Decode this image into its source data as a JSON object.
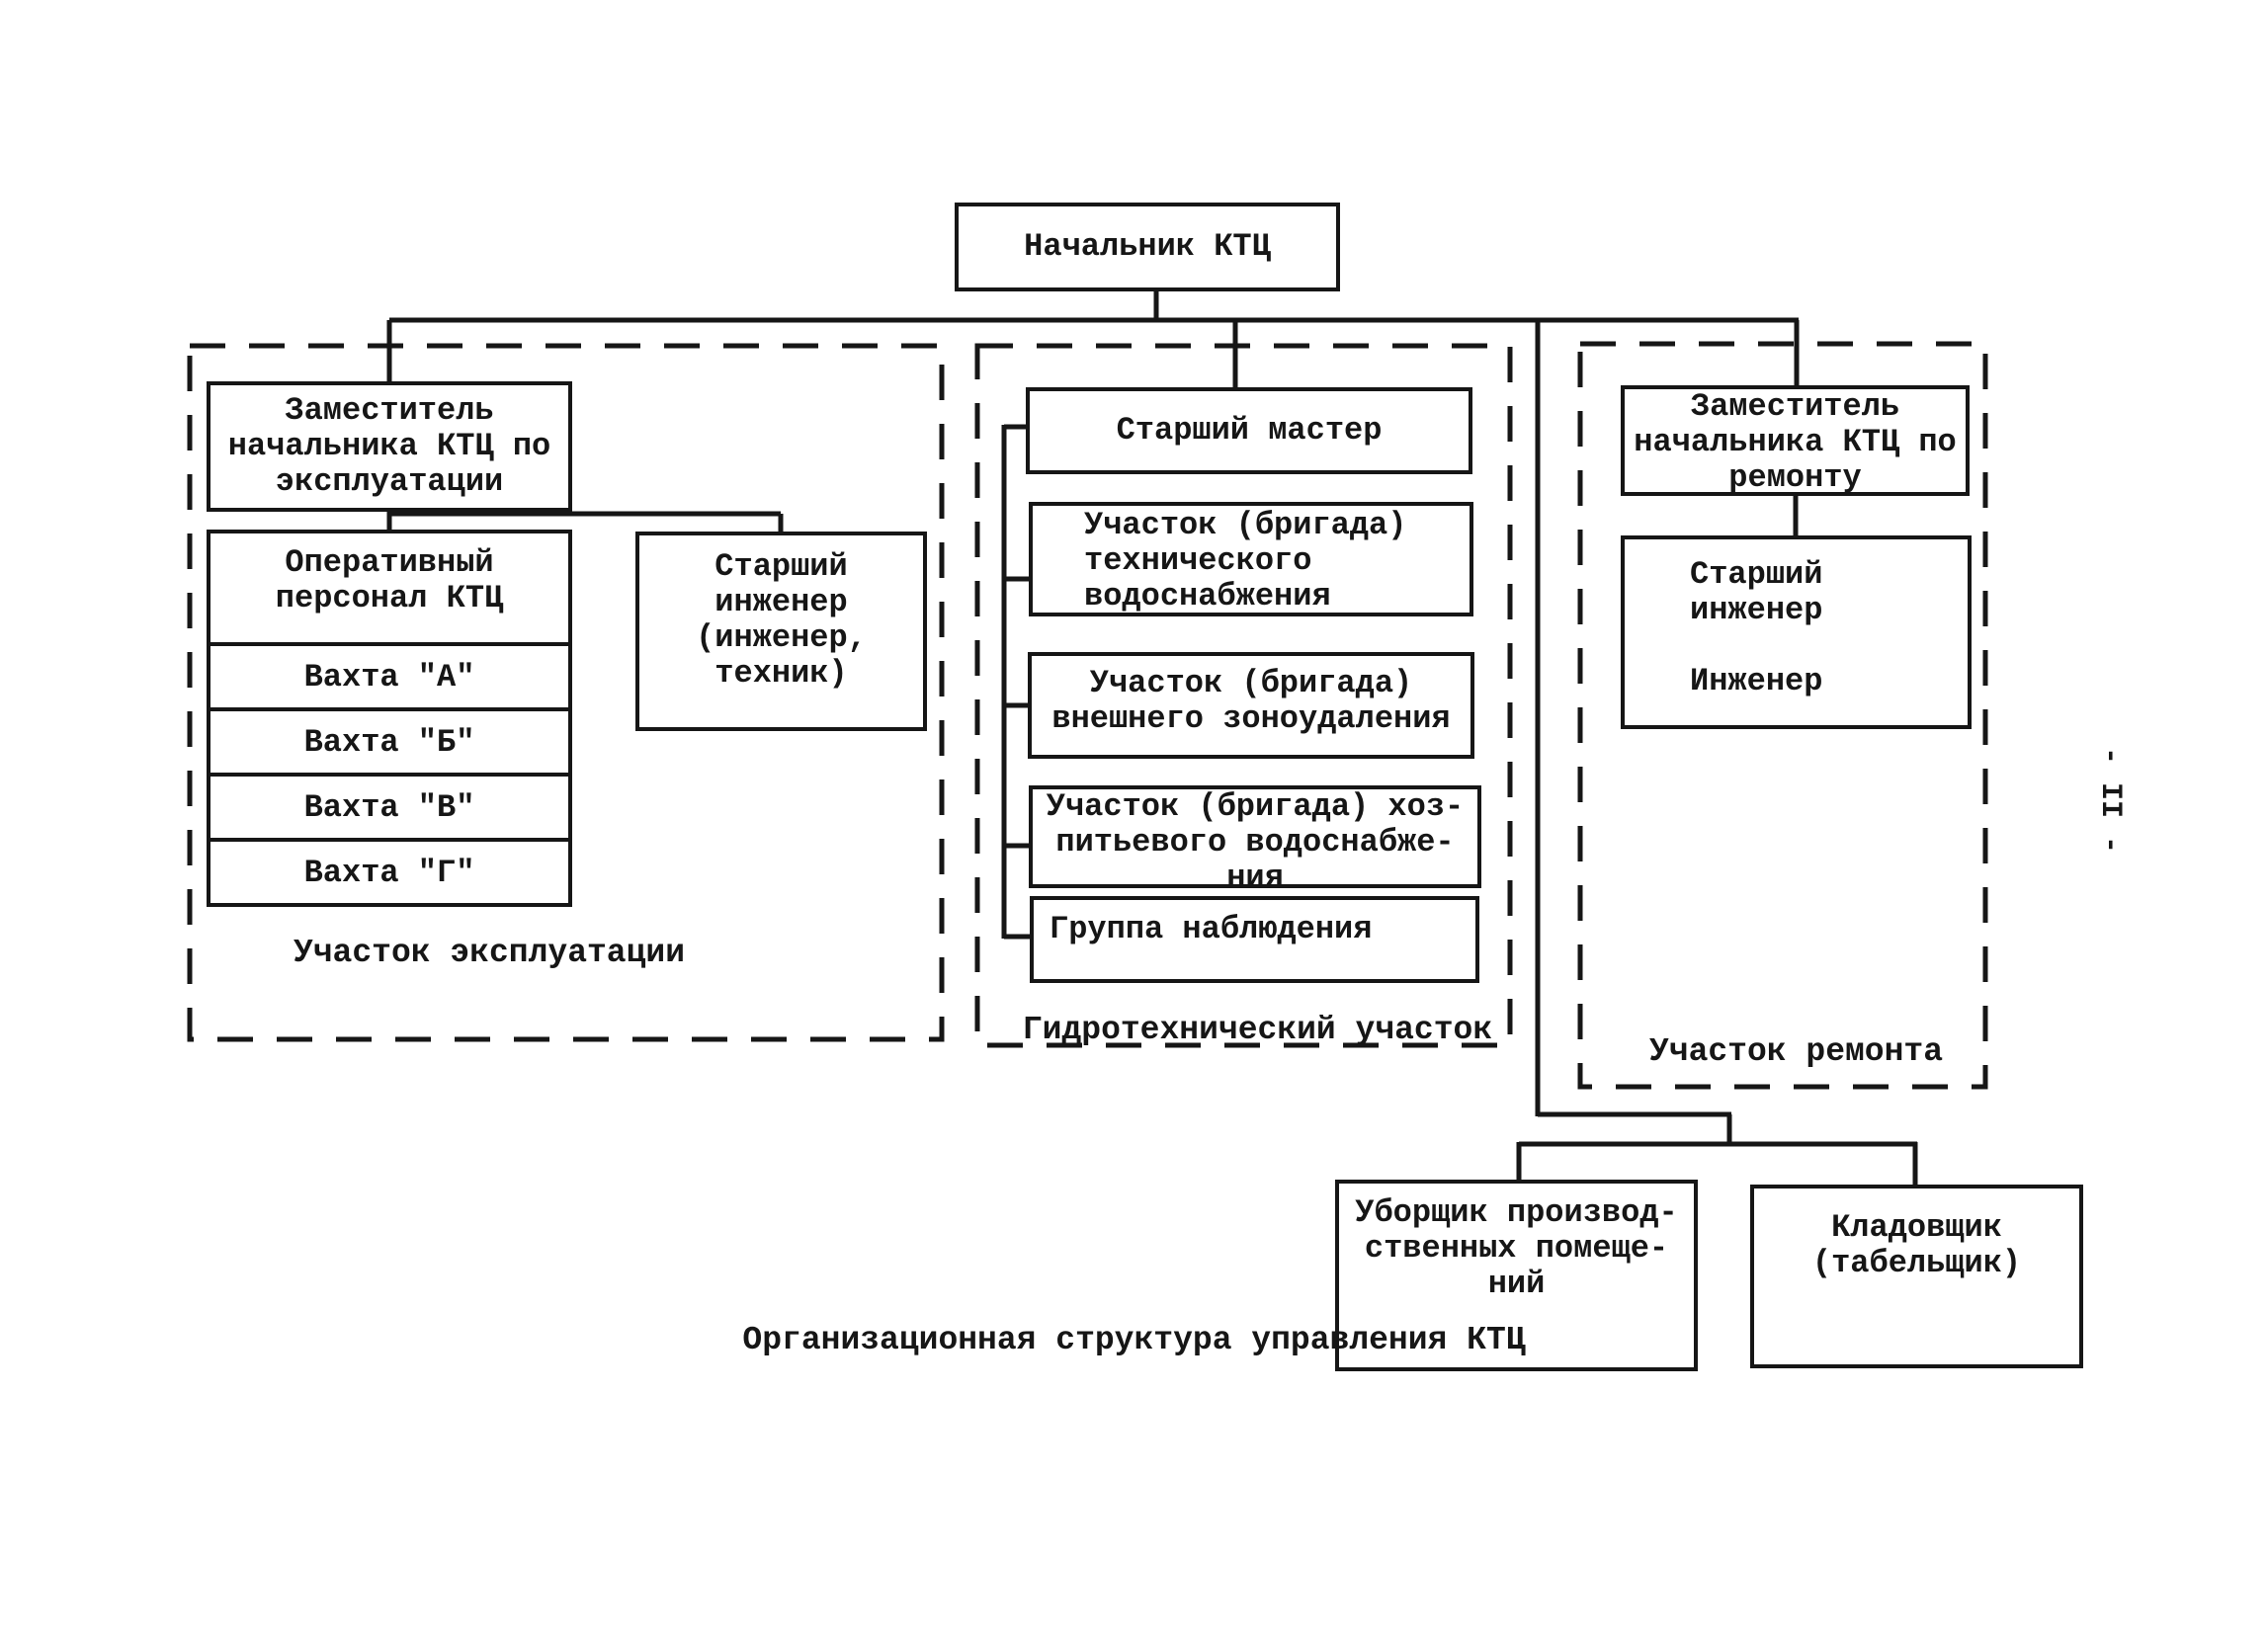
{
  "doc": {
    "caption": "Организационная структура управления КТЦ",
    "page_number": "- II -"
  },
  "org": {
    "root": "Начальник КТЦ",
    "operations": {
      "label": "Участок эксплуатации",
      "deputy": "Заместитель\nначальника КТЦ по\nэксплуатации",
      "personnel_header": "Оперативный\nперсонал КТЦ",
      "shifts": [
        "Вахта \"А\"",
        "Вахта \"Б\"",
        "Вахта \"В\"",
        "Вахта \"Г\""
      ],
      "senior_engineer": "Старший\nинженер\n(инженер,\nтехник)"
    },
    "hydro": {
      "label": "Гидротехнический участок",
      "senior_master": "Старший мастер",
      "units": [
        "Участок (бригада)\nтехнического\nводоснабжения",
        "Участок (бригада)\nвнешнего зоноудаления",
        "Участок (бригада) хоз-\nпитьевого водоснабже-\nния",
        "Группа наблюдения"
      ]
    },
    "repair": {
      "label": "Участок ремонта",
      "deputy": "Заместитель\nначальника КТЦ по\nремонту",
      "engineers": "Старший\nинженер\n\nИнженер"
    },
    "support": {
      "cleaner": "Уборщик производ-\nственных помеще-\nний",
      "storekeeper": "Кладовщик\n(табельщик)"
    }
  },
  "colors": {
    "ink": "#161616",
    "paper": "#ffffff"
  }
}
